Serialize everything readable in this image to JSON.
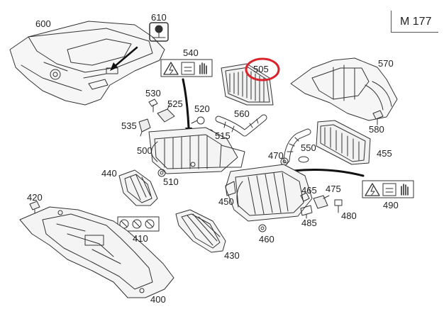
{
  "model": "M 177",
  "highlight_color": "#d8232a",
  "parts": {
    "p600": "600",
    "p610": "610",
    "p540": "540",
    "p505": "505",
    "p570": "570",
    "p530": "530",
    "p525": "525",
    "p520": "520",
    "p560": "560",
    "p535": "535",
    "p515": "515",
    "p580": "580",
    "p500": "500",
    "p550": "550",
    "p470": "470",
    "p455": "455",
    "p440": "440",
    "p510": "510",
    "p465": "465",
    "p475": "475",
    "p420": "420",
    "p450": "450",
    "p490": "490",
    "p480": "480",
    "p485": "485",
    "p410": "410",
    "p460": "460",
    "p430": "430",
    "p400": "400"
  }
}
